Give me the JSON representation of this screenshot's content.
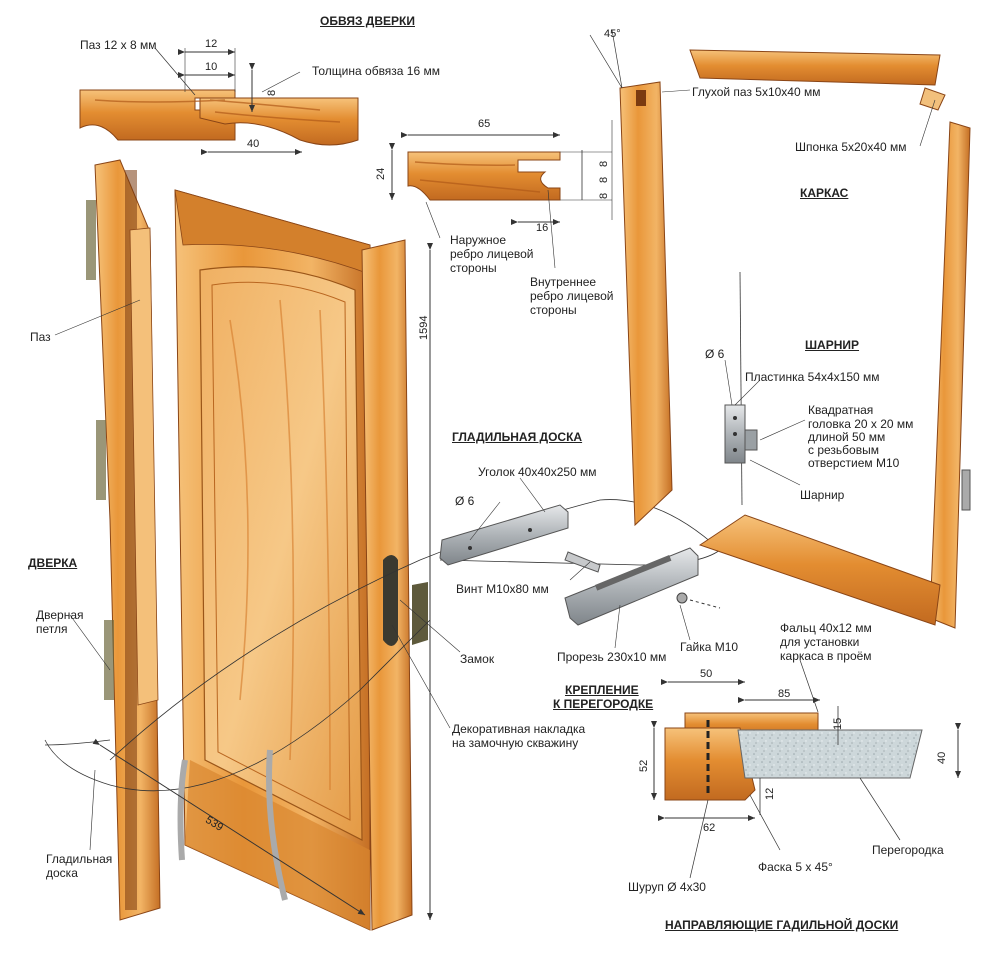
{
  "headings": {
    "obvyaz": "ОБВЯЗ ДВЕРКИ",
    "karkas": "КАРКАС",
    "sharnir": "ШАРНИР",
    "gladilnaya": "ГЛАДИЛЬНАЯ ДОСКА",
    "dverka": "ДВЕРКА",
    "kreplenie_1": "КРЕПЛЕНИЕ",
    "kreplenie_2": "К ПЕРЕГОРОДКЕ",
    "napravl": "НАПРАВЛЯЮЩИЕ ГАДИЛЬНОЙ ДОСКИ"
  },
  "labels": {
    "paz_12x8": "Паз 12 х 8 мм",
    "tolshchina": "Толщина обвяза 16 мм",
    "glukhoy_paz": "Глухой паз 5х10х40 мм",
    "shponka": "Шпонка 5х20х40 мм",
    "naruzhnoe": [
      "Наружное",
      "ребро лицевой",
      "стороны"
    ],
    "vnutrennee": [
      "Внутреннее",
      "ребро лицевой",
      "стороны"
    ],
    "paz": "Паз",
    "diam6_a": "Ø 6",
    "plastinka": "Пластинка 54х4х150 мм",
    "kvadratnaya": [
      "Квадратная",
      "головка 20 х 20 мм",
      "длиной 50 мм",
      "с резьбовым",
      "отверстием М10"
    ],
    "sharnir_lbl": "Шарнир",
    "ugolok": "Уголок 40х40х250 мм",
    "diam6_b": "Ø 6",
    "vint": "Винт М10х80 мм",
    "prorez": "Прорезь 230х10 мм",
    "gayka": "Гайка М10",
    "zamok": "Замок",
    "dekorativnaya": [
      "Декоративная накладка",
      "на замочную скважину"
    ],
    "dvernaya_petlya": [
      "Дверная",
      "петля"
    ],
    "gladilnaya_doska": [
      "Гладильная",
      "доска"
    ],
    "falts": [
      "Фальц 40х12 мм",
      "для установки",
      "каркаса в проём"
    ],
    "peregorodka": "Перегородка",
    "faska": "Фаска 5 х 45°",
    "shurup": "Шуруп  Ø 4х30"
  },
  "dims": {
    "d12": "12",
    "d10": "10",
    "d8": "8",
    "d40_top": "40",
    "d65": "65",
    "d24": "24",
    "d8a": "8",
    "d8b": "8",
    "d8c": "8",
    "d16": "16",
    "d45": "45°",
    "d1594": "1594",
    "d539": "539",
    "d50": "50",
    "d85": "85",
    "d15": "15",
    "d52": "52",
    "d40_right": "40",
    "d12_b": "12",
    "d62": "62"
  },
  "colors": {
    "wood_light": "#f3b868",
    "wood_mid": "#e08a2e",
    "wood_dark": "#a8531a",
    "metal": "#b8bcc0",
    "partition": "#c9d3d6"
  }
}
